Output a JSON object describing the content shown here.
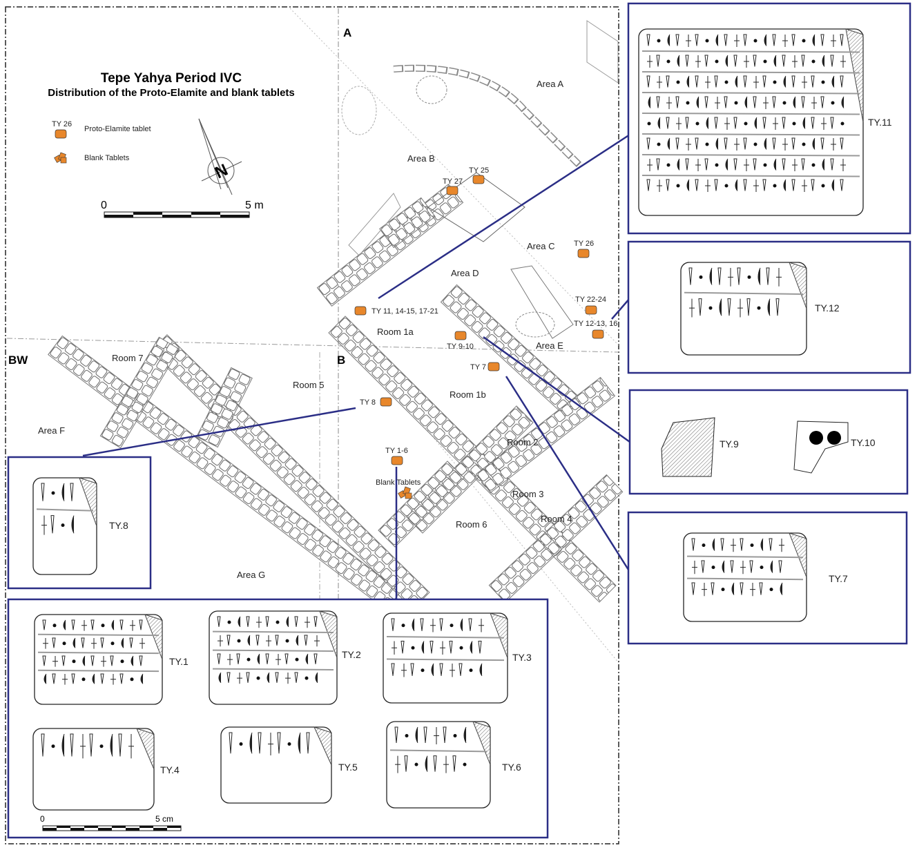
{
  "title": "Tepe Yahya Period IVC",
  "subtitle": "Distribution of the Proto-Elamite and blank tablets",
  "legend": {
    "tablet_example": "TY 26",
    "tablet_label": "Proto-Elamite tablet",
    "blank_label": "Blank Tablets"
  },
  "north": "N",
  "scale_map": {
    "start": "0",
    "end": "5 m"
  },
  "scale_tablet": {
    "start": "0",
    "end": "5 cm"
  },
  "sectors": {
    "a": "A",
    "b": "B",
    "bw": "BW"
  },
  "areas": {
    "a": "Area A",
    "b": "Area B",
    "c": "Area C",
    "d": "Area D",
    "e": "Area E",
    "f": "Area F",
    "g": "Area G"
  },
  "rooms": {
    "r1a": "Room 1a",
    "r1b": "Room 1b",
    "r2": "Room 2",
    "r3": "Room 3",
    "r4": "Room 4",
    "r5": "Room 5",
    "r6": "Room 6",
    "r7": "Room 7"
  },
  "finds": {
    "ty27": "TY 27",
    "ty25": "TY 25",
    "ty26": "TY 26",
    "ty22": "TY 22-24",
    "ty12": "TY 12-13, 16",
    "ty11": "TY 11, 14-15, 17-21",
    "ty9": "TY 9-10",
    "ty7": "TY 7",
    "ty8": "TY 8",
    "ty1": "TY 1-6",
    "blank": "Blank Tablets"
  },
  "panels": {
    "ty11": "TY.11",
    "ty12": "TY.12",
    "ty9": "TY.9",
    "ty10": "TY.10",
    "ty7": "TY.7",
    "ty8": "TY.8",
    "ty1": "TY.1",
    "ty2": "TY.2",
    "ty3": "TY.3",
    "ty4": "TY.4",
    "ty5": "TY.5",
    "ty6": "TY.6"
  },
  "colors": {
    "frame": "#2b2e86",
    "tablet": "#e8872b",
    "wall": "#777777"
  }
}
